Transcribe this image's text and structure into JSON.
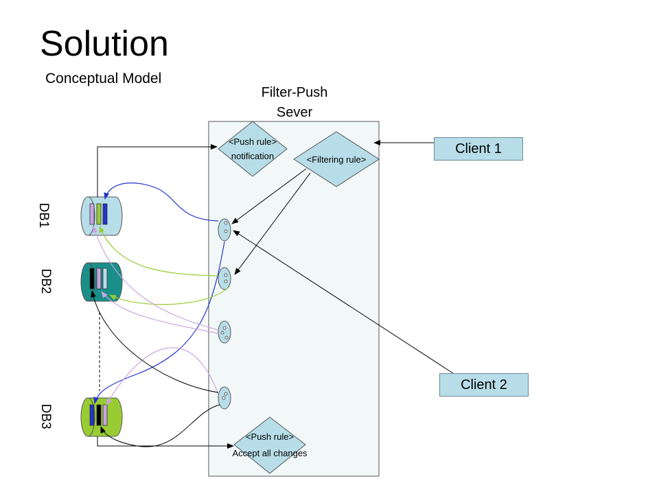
{
  "title": "Solution",
  "subtitle": "Conceptual Model",
  "server": {
    "label_line1": "Filter-Push",
    "label_line2": "Sever"
  },
  "rules": {
    "push_top": {
      "line1": "<Push rule>",
      "line2": "notification"
    },
    "filtering": {
      "line1": "<Filtering rule>"
    },
    "push_bottom": {
      "line1": "<Push rule>",
      "line2": "Accept all changes"
    }
  },
  "clients": {
    "client1": "Client 1",
    "client2": "Client 2"
  },
  "databases": {
    "db1": "DB1",
    "db2": "DB2",
    "db3": "DB3"
  },
  "colors": {
    "server_fill": "#f2f8f8",
    "rule_fill": "#b7dde8",
    "db1_fill": "#b7dde8",
    "db2_fill": "#1a8f8a",
    "db3_fill": "#99cc33",
    "blue_arrow": "#2233cc",
    "green_arrow": "#99cc33",
    "lilac_arrow": "#c9a5e0"
  }
}
